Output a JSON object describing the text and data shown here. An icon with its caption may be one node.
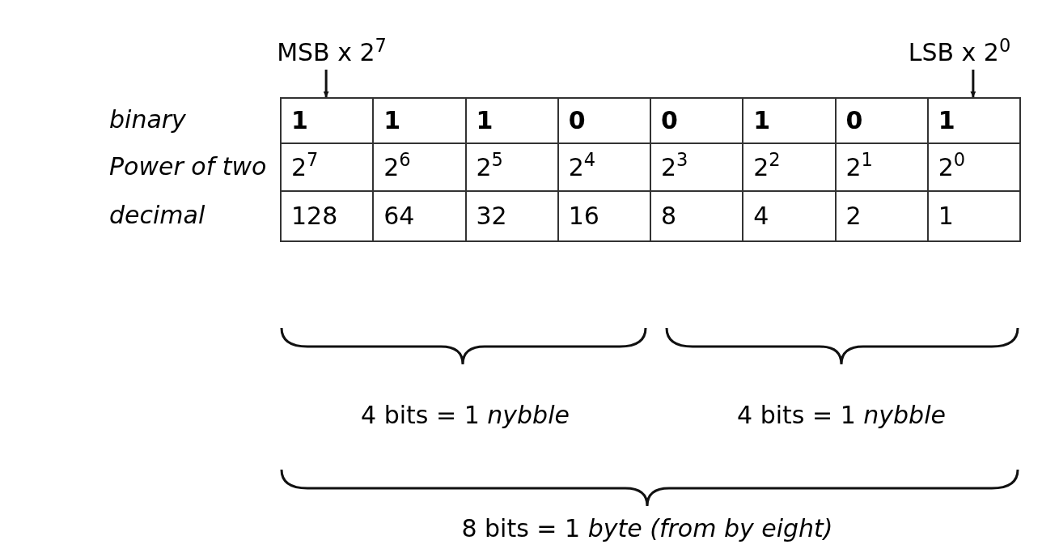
{
  "diagram": {
    "nodes": [
      {
        "text": [
          "MSB x 2$^{7}$"
        ]
      },
      {
        "text": [
          "LSB x 2$^{0}$"
        ]
      },
      {
        "text": [
          "1"
        ]
      },
      {
        "text": [
          "1"
        ]
      }
    ],
    "edges": [
      {
        "from": 0,
        "to": 2,
        "arrow": "to"
      },
      {
        "from": 1,
        "to": 3,
        "arrow": "to"
      }
    ],
    "labels": [
      "binary",
      "1",
      "1",
      "0",
      "0",
      "1",
      "0",
      "Power of two",
      "2$^{7}$",
      "2$^{6}$",
      "2$^{5}$",
      "2$^{4}$",
      "2$^{3}$",
      "2$^{2}$",
      "2$^{1}$",
      "2$^{0}$",
      "decimal",
      "128",
      "64",
      "32",
      "16",
      "8",
      "4",
      "2",
      "1",
      "4 bits = 1 *nybble*",
      "4 bits = 1 *nybble*",
      "8 bits = 1 *byte (from by eight)*"
    ]
  }
}
